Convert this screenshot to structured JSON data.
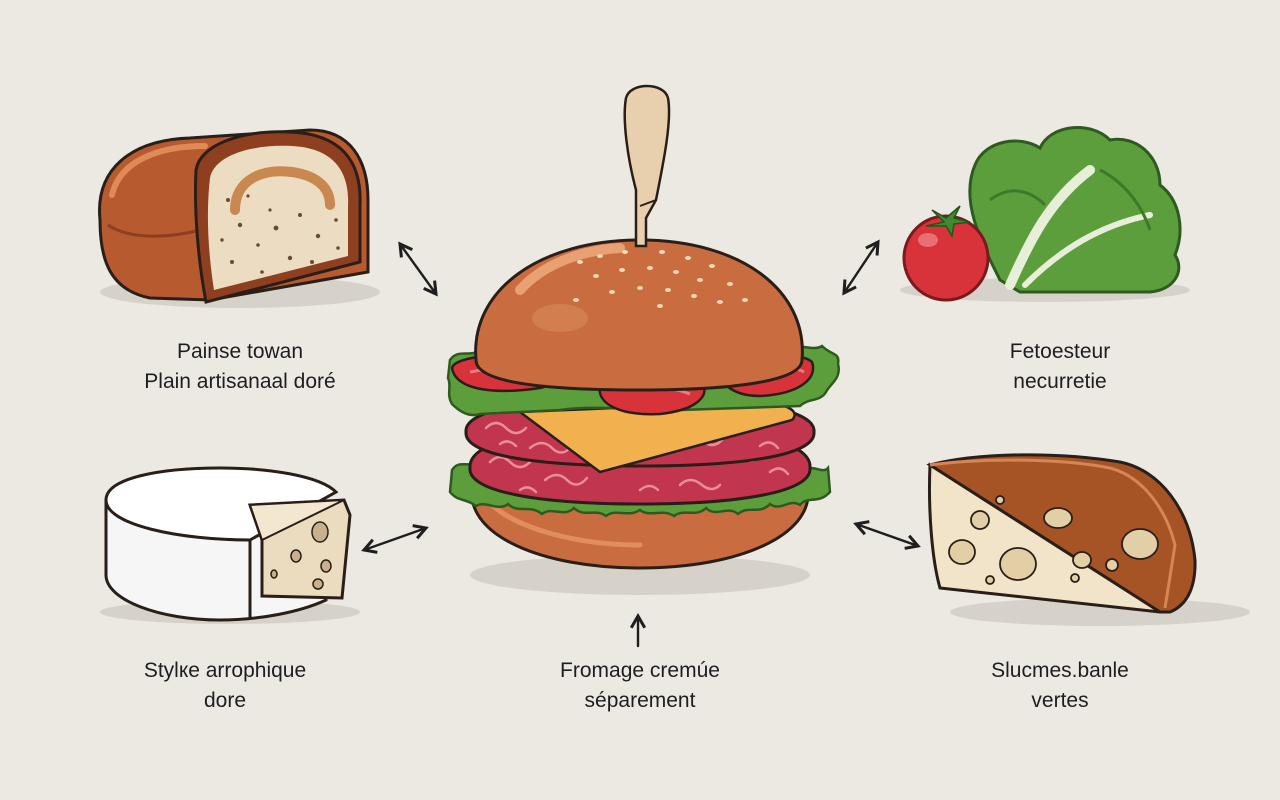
{
  "labels": {
    "bread": {
      "line1": "Painse towan",
      "line2": "Plain artisanaal doré"
    },
    "veggies": {
      "line1": "Fetoesteur",
      "line2": "necurretie"
    },
    "brie": {
      "line1": "Stylке arrophique",
      "line2": "dore"
    },
    "center": {
      "line1": "Fromage cremúe",
      "line2": "séparement"
    },
    "hard_cheese": {
      "line1": "Slucmes.banle",
      "line2": "vertes"
    }
  },
  "colors": {
    "background": "#ece9e3",
    "bun": "#c96d40",
    "lettuce": "#5d9e3c",
    "tomato": "#d8333a",
    "patty": "#c1354f",
    "cheese": "#f2b14f",
    "outline": "#2a1e18"
  }
}
